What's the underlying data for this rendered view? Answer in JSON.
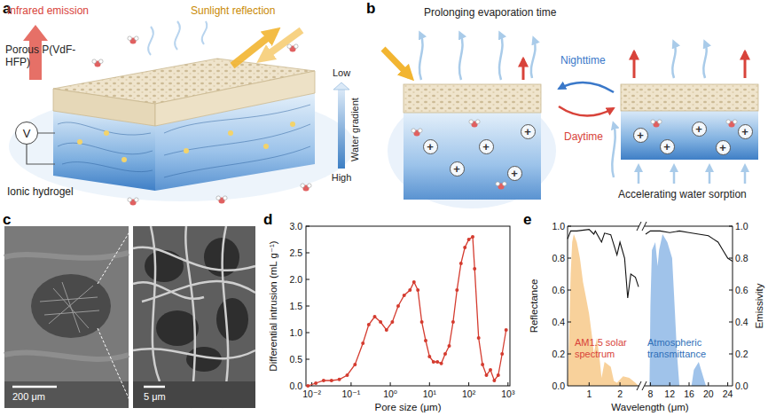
{
  "diagram": {
    "nodes": [
      {
        "text": [
          "V"
        ]
      },
      {
        "text": [
          "+"
        ]
      },
      {
        "text": [
          "+"
        ]
      },
      {
        "text": [
          "+"
        ]
      },
      {
        "text": [
          "+"
        ]
      },
      {
        "text": [
          "+"
        ]
      },
      {
        "text": [
          "+"
        ]
      },
      {
        "text": [
          "+"
        ]
      },
      {
        "text": [
          "+"
        ]
      },
      {
        "text": [
          "+"
        ]
      },
      {
        "text": [
          "+"
        ]
      }
    ],
    "labels": [
      "a",
      "Infrared emission",
      "Sunlight reflection",
      "Porous P(VdF-HFP)",
      "Low",
      "Water gradient",
      "High",
      "Ionic hydrogel",
      "b",
      "Prolonging evaporation time",
      "Nighttime",
      "Daytime",
      "Accelerating water sorption",
      "c",
      "200 μm",
      "5 μm",
      "d",
      "3.0",
      "2.5",
      "2.0",
      "1.5",
      "1.0",
      "0.5",
      "0.0",
      "Differential intrusion (mL g⁻¹)",
      "10⁻²",
      "10⁻¹",
      "10⁰",
      "10¹",
      "10²",
      "10³",
      "Pore size (μm)",
      "e",
      "1.0",
      "0.8",
      "0.6",
      "0.4",
      "0.2",
      "0.0",
      "Reflectance",
      "1.0",
      "0.8",
      "0.6",
      "0.4",
      "0.2",
      "0.0",
      "Emissivity",
      "AM1.5 solar spectrum",
      "Atmospheric transmittance",
      "1",
      "2",
      "8",
      "12",
      "16",
      "20",
      "24",
      "Wavelength (μm)"
    ]
  }
}
